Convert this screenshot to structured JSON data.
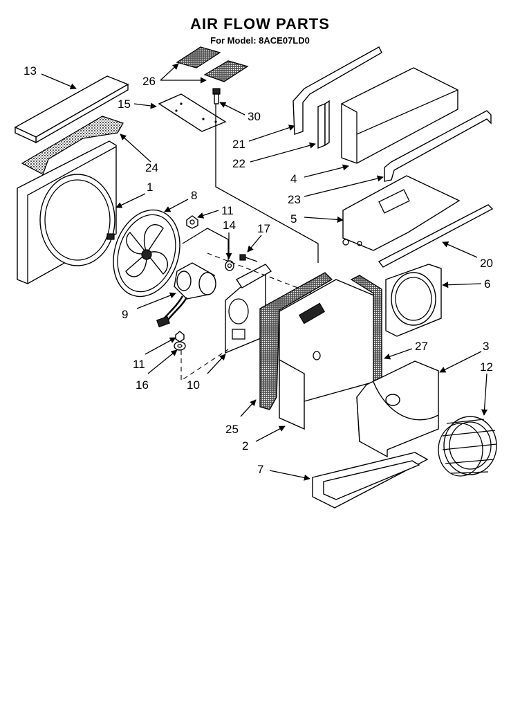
{
  "title": "AIR FLOW PARTS",
  "subtitle": "For Model: 8ACE07LD0",
  "callouts": [
    {
      "id": "13",
      "label": "13"
    },
    {
      "id": "26",
      "label": "26"
    },
    {
      "id": "15",
      "label": "15"
    },
    {
      "id": "30",
      "label": "30"
    },
    {
      "id": "24",
      "label": "24"
    },
    {
      "id": "1",
      "label": "1"
    },
    {
      "id": "8",
      "label": "8"
    },
    {
      "id": "11a",
      "label": "11"
    },
    {
      "id": "14",
      "label": "14"
    },
    {
      "id": "17",
      "label": "17"
    },
    {
      "id": "9",
      "label": "9"
    },
    {
      "id": "11b",
      "label": "11"
    },
    {
      "id": "16",
      "label": "16"
    },
    {
      "id": "10",
      "label": "10"
    },
    {
      "id": "25",
      "label": "25"
    },
    {
      "id": "2",
      "label": "2"
    },
    {
      "id": "7",
      "label": "7"
    },
    {
      "id": "21",
      "label": "21"
    },
    {
      "id": "22",
      "label": "22"
    },
    {
      "id": "4",
      "label": "4"
    },
    {
      "id": "23",
      "label": "23"
    },
    {
      "id": "5",
      "label": "5"
    },
    {
      "id": "20",
      "label": "20"
    },
    {
      "id": "6",
      "label": "6"
    },
    {
      "id": "27",
      "label": "27"
    },
    {
      "id": "3",
      "label": "3"
    },
    {
      "id": "12",
      "label": "12"
    }
  ]
}
